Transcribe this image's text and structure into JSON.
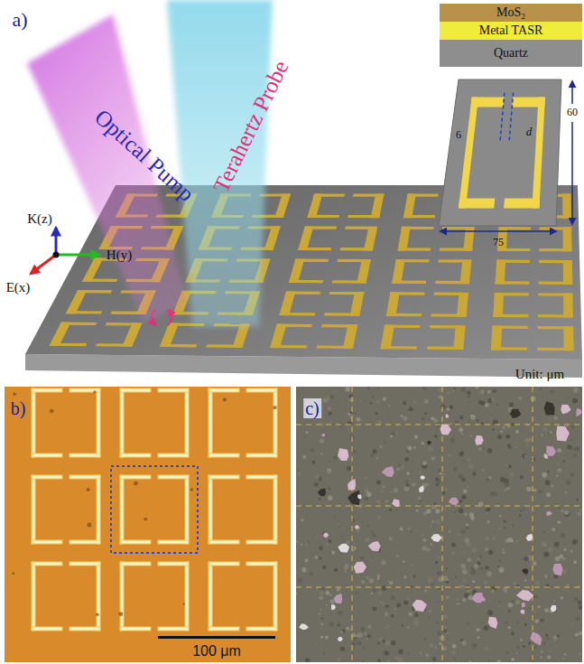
{
  "diagram": {
    "nodes": [
      {
        "text": [
          "MoS₂"
        ]
      },
      {
        "text": [
          "Metal TASR"
        ]
      },
      {
        "text": [
          "Quartz"
        ]
      }
    ],
    "labels": [
      "a)",
      "Optical Pump",
      "Terahertz Probe",
      "K(z)",
      "H(y)",
      "E(x)",
      "6",
      "d",
      "60",
      "75",
      "Unit: μm",
      "b)",
      "100 μm",
      "c)"
    ]
  }
}
